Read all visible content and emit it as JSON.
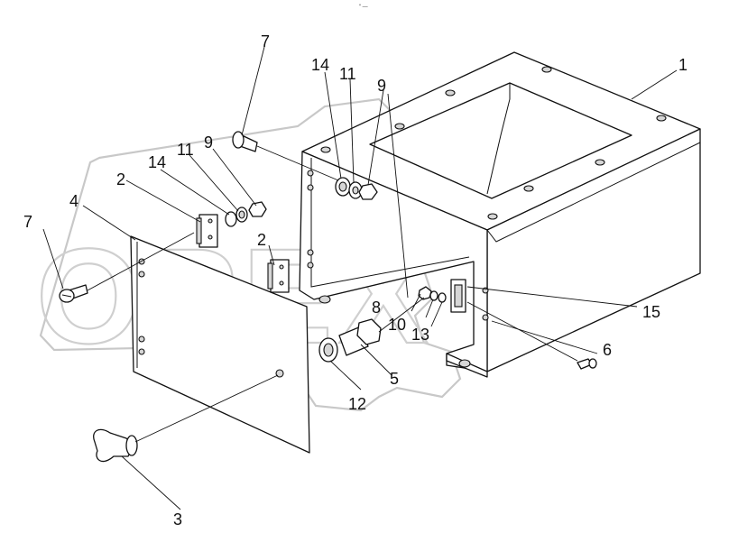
{
  "header_mark": "“ —",
  "watermark": {
    "text": "OPEX"
  },
  "callouts": {
    "c1": "1",
    "c2a": "2",
    "c2b": "2",
    "c3": "3",
    "c4": "4",
    "c5": "5",
    "c6": "6",
    "c7a": "7",
    "c7b": "7",
    "c8": "8",
    "c9a": "9",
    "c9b": "9",
    "c10": "10",
    "c11a": "11",
    "c11b": "11",
    "c12": "12",
    "c13": "13",
    "c14a": "14",
    "c14b": "14",
    "c15": "15"
  }
}
